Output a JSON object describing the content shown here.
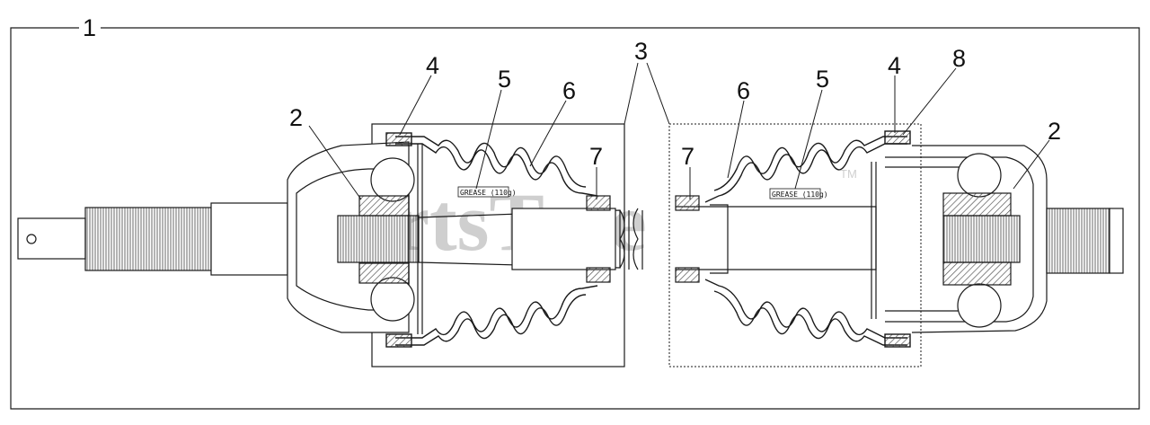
{
  "diagram": {
    "callouts": [
      {
        "id": "c1",
        "label": "1"
      },
      {
        "id": "c2a",
        "label": "2"
      },
      {
        "id": "c2b",
        "label": "2"
      },
      {
        "id": "c3",
        "label": "3"
      },
      {
        "id": "c4a",
        "label": "4"
      },
      {
        "id": "c4b",
        "label": "4"
      },
      {
        "id": "c5a",
        "label": "5"
      },
      {
        "id": "c5b",
        "label": "5"
      },
      {
        "id": "c6a",
        "label": "6"
      },
      {
        "id": "c6b",
        "label": "6"
      },
      {
        "id": "c7a",
        "label": "7"
      },
      {
        "id": "c7b",
        "label": "7"
      },
      {
        "id": "c8",
        "label": "8"
      }
    ],
    "grease_labels": [
      "GREASE (110g)",
      "GREASE (110g)"
    ],
    "watermark": "PartsTree",
    "trademark": "TM"
  },
  "colors": {
    "line": "#1a1a1a",
    "hatch": "#555555",
    "watermark": "#cfcfcf",
    "background": "#ffffff"
  }
}
